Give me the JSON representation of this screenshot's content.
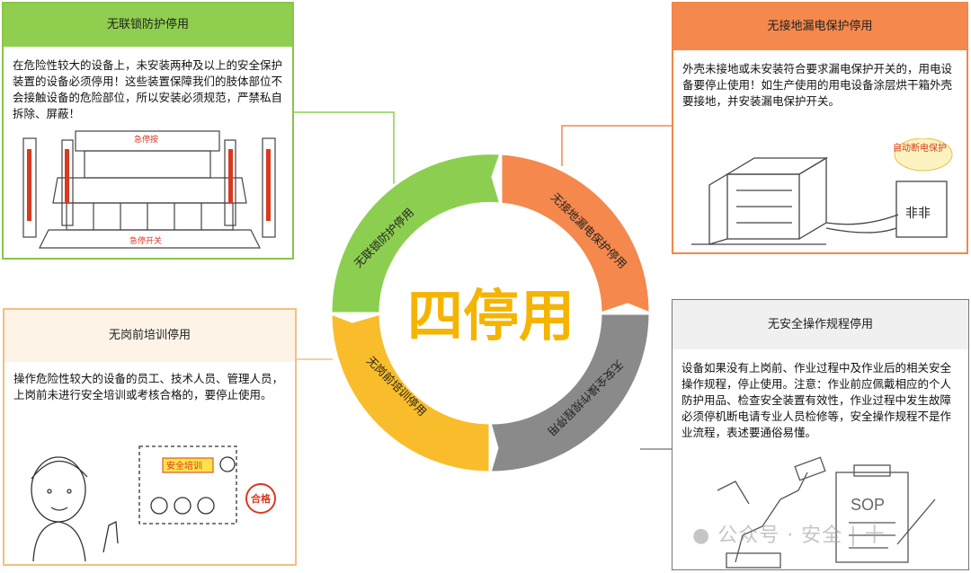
{
  "center": {
    "title": "四停用"
  },
  "ring": {
    "seg1": "无联锁防护停用",
    "seg2": "无接地漏电保护停用",
    "seg3": "无安全操作规程停用",
    "seg4": "无岗前培训停用"
  },
  "colors": {
    "green": "#8ccf50",
    "orange": "#f4884d",
    "gray": "#8a8a8a",
    "yellow": "#f9bd2b",
    "title": "#f5b400"
  },
  "panels": {
    "interlock": {
      "title": "无联锁防护停用",
      "text": "在危险性较大的设备上，未安装两种及以上的安全保护装置的设备必须停用！这些装置保障我们的肢体部位不会接触设备的危险部位，所以安装必须规范，严禁私自拆除、屏蔽！",
      "machine_top_label": "急停按",
      "machine_bottom_label": "急停开关"
    },
    "grounding": {
      "title": "无接地漏电保护停用",
      "text": "外壳未接地或未安装符合要求漏电保护开关的，用电设备要停止使用！如生产使用的用电设备涂层烘干箱外壳要接地，并安装漏电保护开关。",
      "bubble": "自动断电保护",
      "switch_label": "非非"
    },
    "training": {
      "title": "无岗前培训停用",
      "text": "操作危险性较大的设备的员工、技术人员、管理人员，上岗前未进行安全培训或考核合格的，要停止使用。",
      "board_label": "安全培训",
      "stamp": "合格"
    },
    "procedure": {
      "title": "无安全操作规程停用",
      "text": "设备如果没有上岗前、作业过程中及作业后的相关安全操作规程，停止使用。注意：作业前应佩戴相应的个人防护用品、检查安全装置有效性，作业过程中发生故障必须停机断电请专业人员检修等，安全操作规程不是作业流程，表述要通俗易懂。",
      "clipboard": "SOP"
    }
  },
  "watermark": "公众号 · 安全 | 十"
}
